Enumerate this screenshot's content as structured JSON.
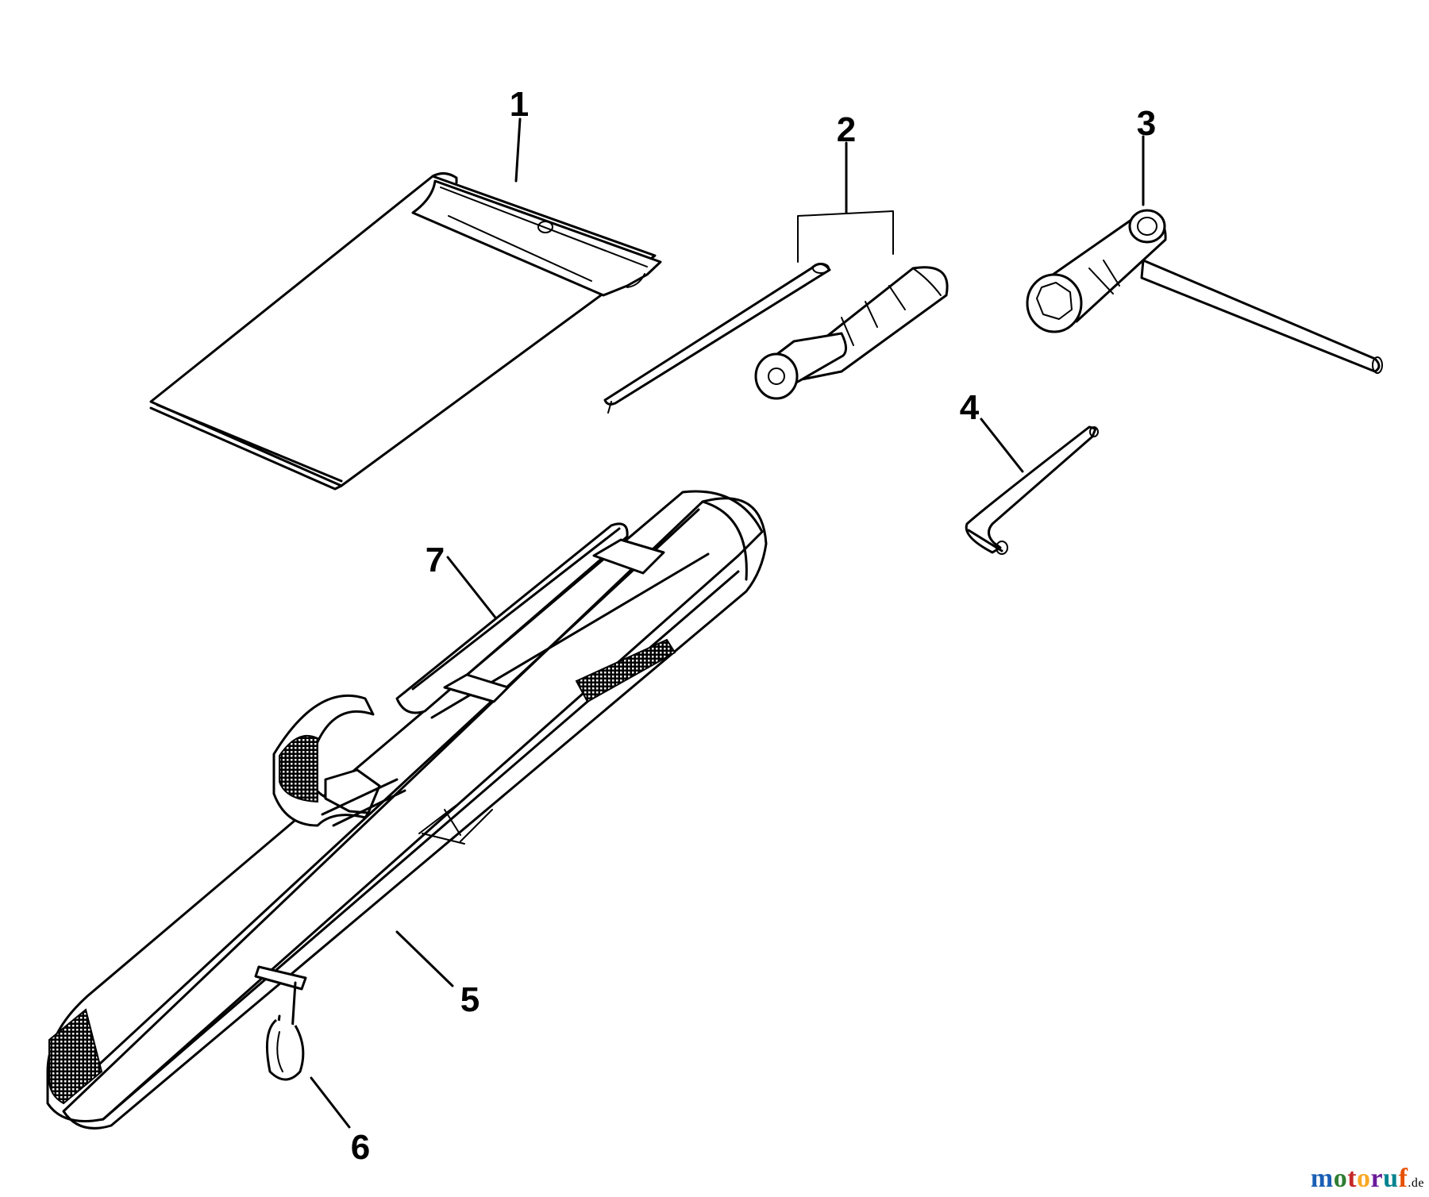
{
  "callouts": {
    "c1": "1",
    "c2": "2",
    "c3": "3",
    "c4": "4",
    "c5": "5",
    "c6": "6",
    "c7": "7"
  },
  "watermark": {
    "text": "motoruf",
    "suffix": ".de",
    "colors": [
      "#1a5fb4",
      "#2e7d32",
      "#c62828",
      "#f9a825",
      "#6a1b9a",
      "#00838f",
      "#e65100"
    ]
  },
  "parts": {
    "p1": "document-pouch-icon",
    "p2": "screwdriver-icon",
    "p3": "t-socket-wrench-icon",
    "p4": "hex-key-icon",
    "p5": "tool-bag-icon",
    "p6": "snap-hook-icon",
    "p7": "strap-loop-icon"
  }
}
